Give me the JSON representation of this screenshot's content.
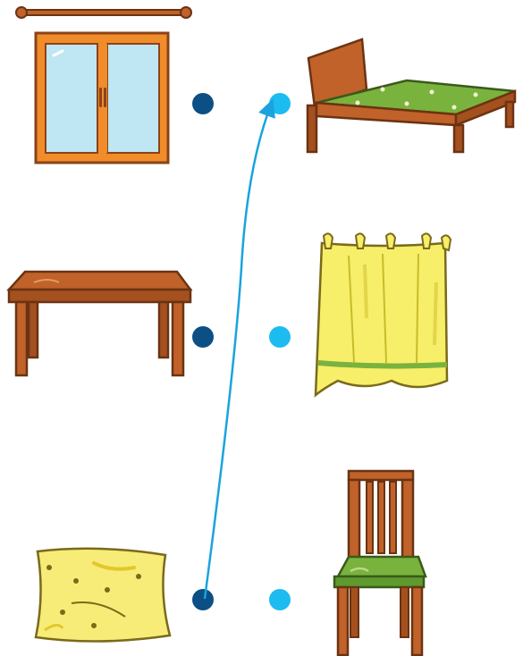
{
  "exercise": {
    "left_items": [
      {
        "name": "window",
        "icon": "window-icon"
      },
      {
        "name": "table",
        "icon": "table-icon"
      },
      {
        "name": "pillow",
        "icon": "pillow-icon"
      }
    ],
    "right_items": [
      {
        "name": "bed",
        "icon": "bed-icon"
      },
      {
        "name": "curtain",
        "icon": "curtain-icon"
      },
      {
        "name": "chair",
        "icon": "chair-icon"
      }
    ],
    "connections": [
      {
        "from": "pillow",
        "to": "bed"
      }
    ]
  },
  "colors": {
    "left_dot": "#0b4f85",
    "right_dot": "#1dbcf0",
    "line": "#1aa3dd",
    "wood": "#c0622a",
    "wood_dark": "#8a4319",
    "window_frame": "#f08c2a",
    "glass": "#bfe6f3",
    "mattress": "#7ab23e",
    "curtain": "#f7ee6a",
    "pillow": "#f7ec78"
  }
}
